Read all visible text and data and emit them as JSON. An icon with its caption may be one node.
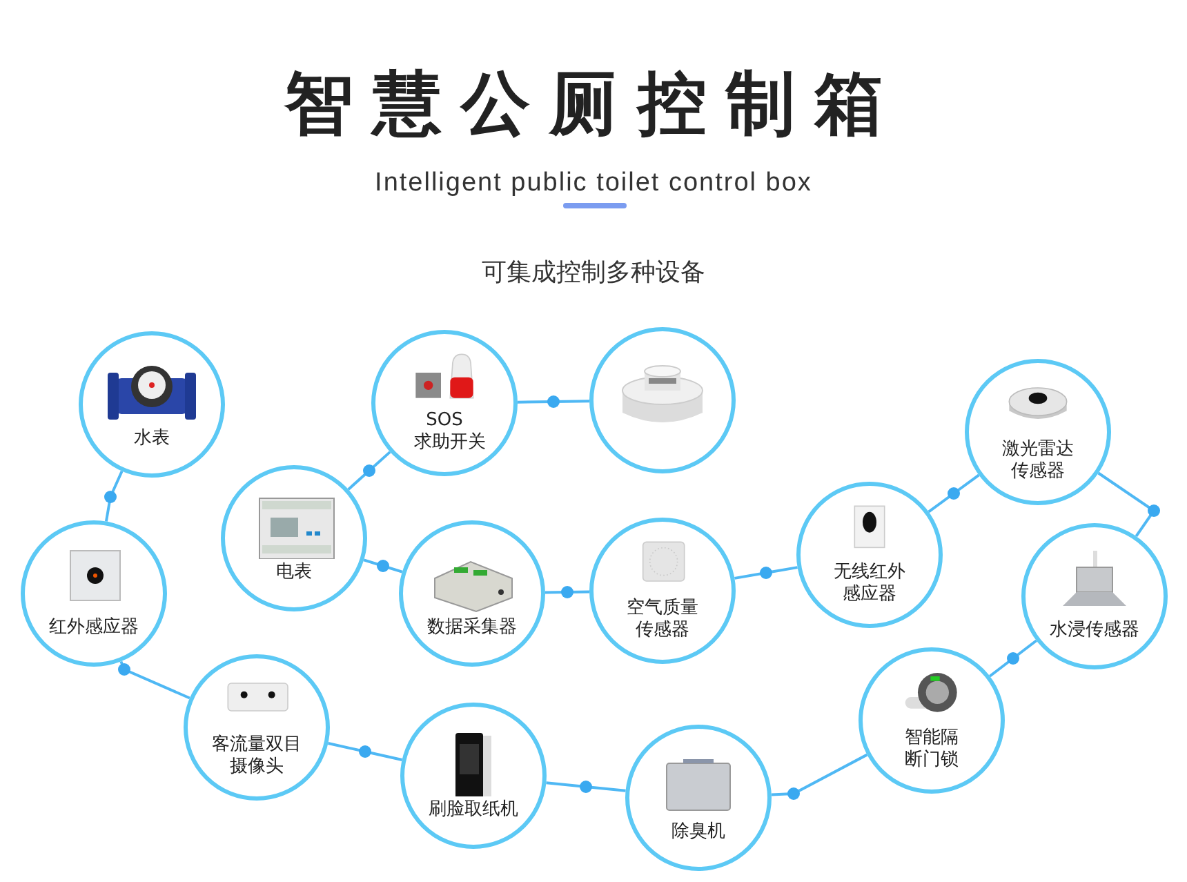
{
  "diagram": {
    "title": "智慧公厕控制箱",
    "nodes": [
      {
        "text": [
          "水表"
        ]
      },
      {
        "text": [
          "SOS 求助开关"
        ]
      },
      {
        "text": [],
        "shape": "picture"
      },
      {
        "text": [
          "激光雷达传感器"
        ]
      },
      {
        "text": [
          "电表"
        ]
      },
      {
        "text": [
          "红外感应器"
        ]
      },
      {
        "text": [
          "数据采集器"
        ]
      },
      {
        "text": [
          "空气质量传感器"
        ]
      },
      {
        "text": [
          "无线红外感应器"
        ]
      },
      {
        "text": [
          "水浸传感器"
        ]
      },
      {
        "text": [
          "客流量双目摄像头"
        ]
      },
      {
        "text": [
          "刷脸取纸机"
        ]
      },
      {
        "text": [
          "除臭机"
        ]
      },
      {
        "text": [
          "智能隔断门锁"
        ]
      }
    ],
    "edges": [
      {
        "from": 0,
        "to": 5,
        "arrow": "none"
      },
      {
        "from": 5,
        "to": 10,
        "arrow": "none"
      },
      {
        "from": 10,
        "to": 11,
        "arrow": "none"
      },
      {
        "from": 11,
        "to": 12,
        "arrow": "none"
      },
      {
        "from": 12,
        "to": 13,
        "arrow": "none"
      },
      {
        "from": 13,
        "to": 9,
        "arrow": "none"
      },
      {
        "from": 9,
        "to": 3,
        "arrow": "none"
      },
      {
        "from": 3,
        "to": 8,
        "arrow": "none"
      },
      {
        "from": 8,
        "to": 7,
        "arrow": "none"
      },
      {
        "from": 7,
        "to": 6,
        "arrow": "none"
      },
      {
        "from": 6,
        "to": 4,
        "arrow": "none"
      },
      {
        "from": 4,
        "to": 1,
        "arrow": "none"
      },
      {
        "from": 1,
        "to": 2,
        "arrow": "none"
      }
    ],
    "labels": [
      "Intelligent public toilet control box",
      "可集成控制多种设备"
    ]
  }
}
